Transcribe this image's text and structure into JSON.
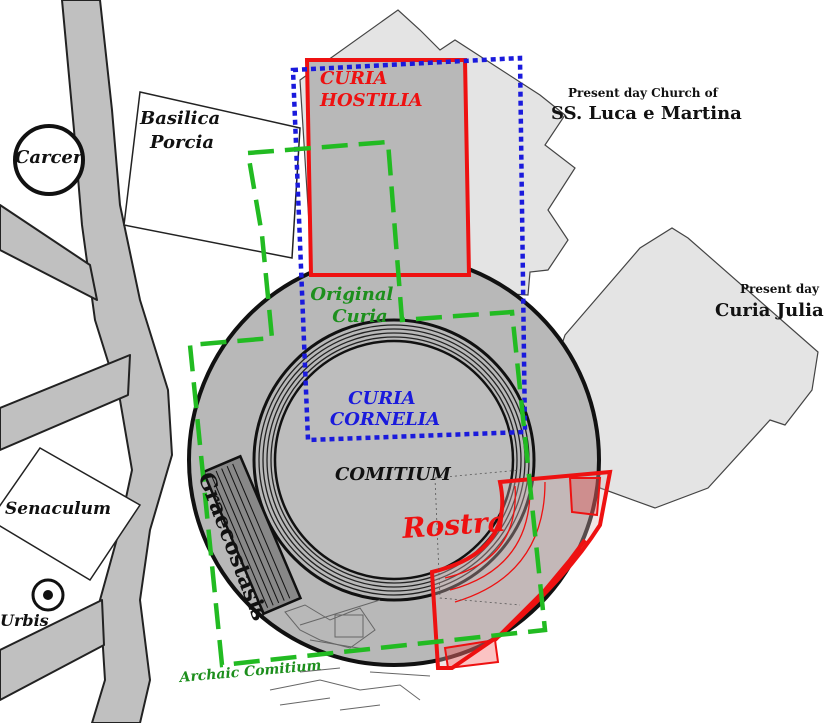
{
  "labels": {
    "curia_hostilia": [
      "CURIA",
      "HOSTILIA"
    ],
    "curia_cornelia": [
      "CURIA",
      "CORNELIA"
    ],
    "original_curia": [
      "Original",
      "Curia"
    ],
    "comitium": "COMITIUM",
    "rostra": "Rostra",
    "graecostasis": "Graecostasis",
    "archaic_comitium": "Archaic Comitium",
    "basilica_porcia": [
      "Basilica",
      "Porcia"
    ],
    "carcer": "Carcer",
    "senaculum": "Senaculum",
    "urbis": "Urbis",
    "church": [
      "Present day Church of",
      "SS. Luca e Martina"
    ],
    "curia_julia": [
      "Present day",
      "Curia Julia"
    ]
  },
  "colors": {
    "road": "#c0c0c0",
    "plaza": "#b8b8b8",
    "modern_building": "#e4e4e4",
    "curia_hostilia": "#ee1111",
    "curia_cornelia": "#1a1adc",
    "original_curia": "#22bb22",
    "label_green": "#1d8f1d"
  }
}
